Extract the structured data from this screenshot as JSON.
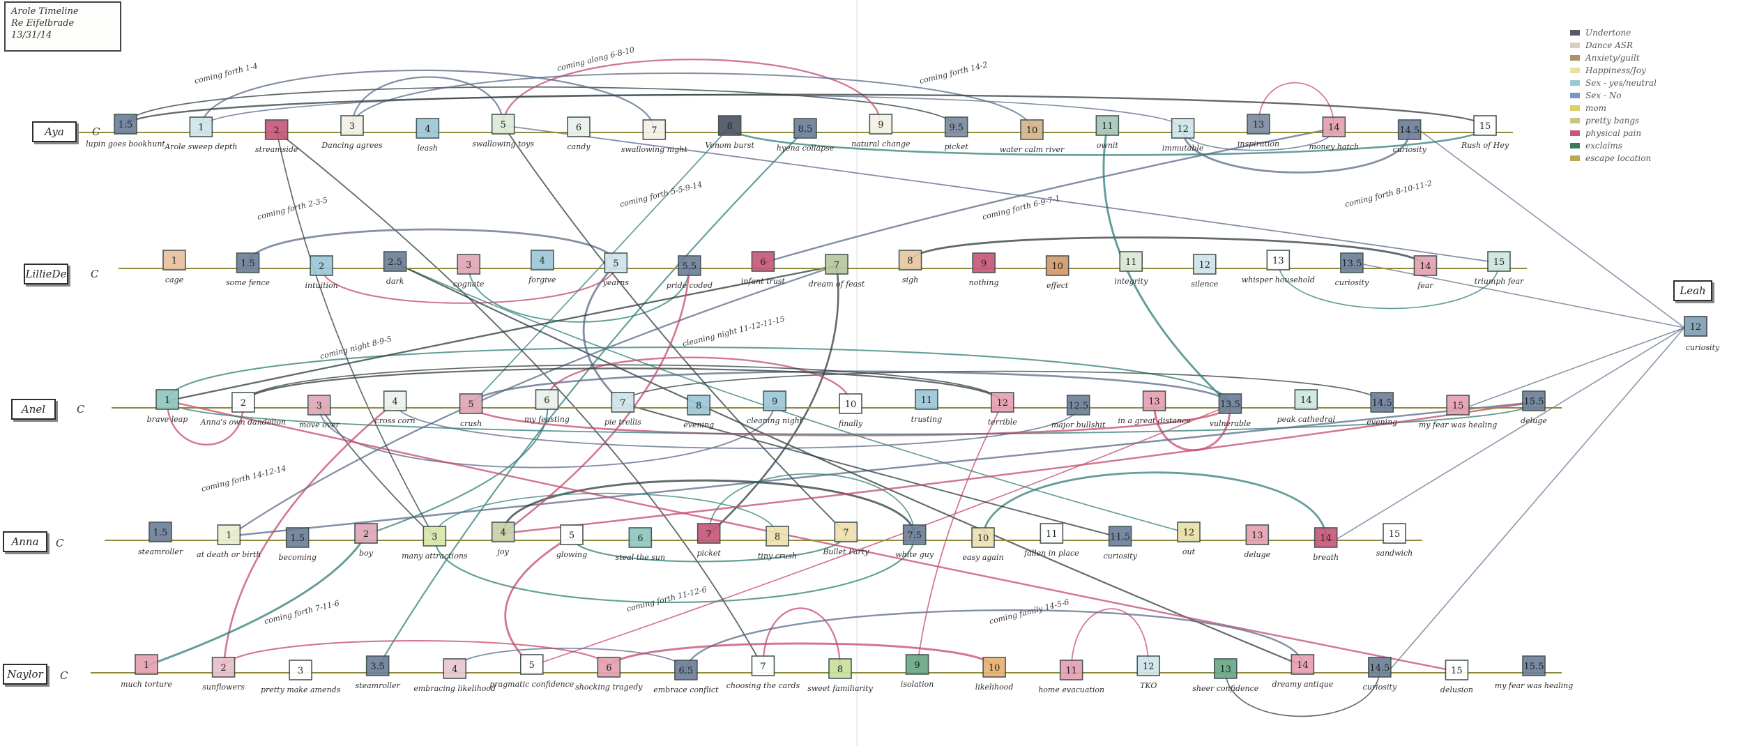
{
  "title": {
    "lines": [
      "Arole Timeline",
      "Re Eifelbrade",
      "13/31/14"
    ]
  },
  "legend": [
    {
      "label": "Undertone",
      "color": "#5a5a66"
    },
    {
      "label": "Dance ASR",
      "color": "#d8cfc2"
    },
    {
      "label": "Anxiety/guilt",
      "color": "#a8936a"
    },
    {
      "label": "Happiness/Joy",
      "color": "#e8e0a8"
    },
    {
      "label": "Sex - yes/neutral",
      "color": "#9cc7d6"
    },
    {
      "label": "Sex - No",
      "color": "#7896c8"
    },
    {
      "label": "mom",
      "color": "#d9d06a"
    },
    {
      "label": "pretty bangs",
      "color": "#c7c48a"
    },
    {
      "label": "physical pain",
      "color": "#c8587a"
    },
    {
      "label": "exclaims",
      "color": "#3e7a5a"
    },
    {
      "label": "escape location",
      "color": "#b8a858"
    }
  ],
  "rows": [
    {
      "label": "Aya",
      "start": "C",
      "nodes": [
        {
          "num": "1.5",
          "caption": "lupin goes bookhunt",
          "color": "#6e7f9a"
        },
        {
          "num": "1",
          "caption": "Arole sweep depth",
          "color": "#cfe4ea"
        },
        {
          "num": "2",
          "caption": "streamside",
          "color": "#c8587a"
        },
        {
          "num": "3",
          "caption": "Dancing agrees",
          "color": "#f5f0e6"
        },
        {
          "num": "4",
          "caption": "leash",
          "color": "#9cc7d6"
        },
        {
          "num": "5",
          "caption": "swallowing toys",
          "color": "#dde9d6"
        },
        {
          "num": "6",
          "caption": "candy",
          "color": "#e9f1ea"
        },
        {
          "num": "7",
          "caption": "swallowing night",
          "color": "#f5f0e6"
        },
        {
          "num": "8",
          "caption": "Venom burst",
          "color": "#4f5566"
        },
        {
          "num": "8.5",
          "caption": "hyena collapse",
          "color": "#6e7f9a"
        },
        {
          "num": "9",
          "caption": "natural change",
          "color": "#f5f0e6"
        },
        {
          "num": "9.5",
          "caption": "picket",
          "color": "#7d8aa0"
        },
        {
          "num": "10",
          "caption": "water calm river",
          "color": "#d4b48a"
        },
        {
          "num": "11",
          "caption": "ownit",
          "color": "#a8c8b8"
        },
        {
          "num": "12",
          "caption": "immutable",
          "color": "#cfe4ea"
        },
        {
          "num": "13",
          "caption": "inspiration",
          "color": "#7d8aa0"
        },
        {
          "num": "14",
          "caption": "money hatch",
          "color": "#e6a0b0"
        },
        {
          "num": "14.5",
          "caption": "curiosity",
          "color": "#6e7f9a"
        },
        {
          "num": "15",
          "caption": "Rush of Hey",
          "color": "#ffffff"
        }
      ]
    },
    {
      "label": "LillieDe",
      "start": "C",
      "nodes": [
        {
          "num": "1",
          "caption": "cage",
          "color": "#e8c0a0"
        },
        {
          "num": "1.5",
          "caption": "some fence",
          "color": "#6e7f9a"
        },
        {
          "num": "2",
          "caption": "intuition",
          "color": "#9cc7d6"
        },
        {
          "num": "2.5",
          "caption": "dark",
          "color": "#6e7f9a"
        },
        {
          "num": "3",
          "caption": "cognate",
          "color": "#e0a8b8"
        },
        {
          "num": "4",
          "caption": "forgive",
          "color": "#9cc7d6"
        },
        {
          "num": "5",
          "caption": "yearns",
          "color": "#cfe4ea"
        },
        {
          "num": "5.5",
          "caption": "pride coded",
          "color": "#6e7f9a"
        },
        {
          "num": "6",
          "caption": "infant trust",
          "color": "#c8587a"
        },
        {
          "num": "7",
          "caption": "dream of feast",
          "color": "#b8c8a0"
        },
        {
          "num": "8",
          "caption": "sigh",
          "color": "#e6c8a0"
        },
        {
          "num": "9",
          "caption": "nothing",
          "color": "#c8587a"
        },
        {
          "num": "10",
          "caption": "effect",
          "color": "#d49a6a"
        },
        {
          "num": "11",
          "caption": "integrity",
          "color": "#dde9d6"
        },
        {
          "num": "12",
          "caption": "silence",
          "color": "#cfe4ea"
        },
        {
          "num": "13",
          "caption": "whisper household",
          "color": "#ffffff"
        },
        {
          "num": "13.5",
          "caption": "curiosity",
          "color": "#6e7f9a"
        },
        {
          "num": "14",
          "caption": "fear",
          "color": "#e6a0b0"
        },
        {
          "num": "15",
          "caption": "triumph fear",
          "color": "#cfe8e0"
        }
      ]
    },
    {
      "label": "Anel",
      "start": "C",
      "nodes": [
        {
          "num": "1",
          "caption": "brave leap",
          "color": "#8fc8c0"
        },
        {
          "num": "2",
          "caption": "Anna's own dandelion",
          "color": "#ffffff"
        },
        {
          "num": "3",
          "caption": "move over",
          "color": "#e0a8b8"
        },
        {
          "num": "4",
          "caption": "cross corn",
          "color": "#eef2ec"
        },
        {
          "num": "5",
          "caption": "crush",
          "color": "#e0a8b8"
        },
        {
          "num": "6",
          "caption": "my feasting",
          "color": "#e9f1ea"
        },
        {
          "num": "7",
          "caption": "pie trellis",
          "color": "#cfe4ea"
        },
        {
          "num": "8",
          "caption": "evening",
          "color": "#9cc7d6"
        },
        {
          "num": "9",
          "caption": "cleaning night",
          "color": "#9cc7d6"
        },
        {
          "num": "10",
          "caption": "finally",
          "color": "#ffffff"
        },
        {
          "num": "11",
          "caption": "trusting",
          "color": "#9cc7d6"
        },
        {
          "num": "12",
          "caption": "terrible",
          "color": "#e6a0b0"
        },
        {
          "num": "12.5",
          "caption": "major bullshit",
          "color": "#6e7f9a"
        },
        {
          "num": "13",
          "caption": "in a great distance",
          "color": "#e6a0b0"
        },
        {
          "num": "13.5",
          "caption": "vulnerable",
          "color": "#6e7f9a"
        },
        {
          "num": "14",
          "caption": "peak cathedral",
          "color": "#cfe8e0"
        },
        {
          "num": "14.5",
          "caption": "evening",
          "color": "#6e7f9a"
        },
        {
          "num": "15",
          "caption": "my fear was healing",
          "color": "#e6a0b0"
        },
        {
          "num": "15.5",
          "caption": "deluge",
          "color": "#6e7f9a"
        }
      ]
    },
    {
      "label": "Anna",
      "start": "C",
      "nodes": [
        {
          "num": "1.5",
          "caption": "steamroller",
          "color": "#6e7f9a"
        },
        {
          "num": "1",
          "caption": "at death or birth",
          "color": "#e8efd0"
        },
        {
          "num": "1.5",
          "caption": "becoming",
          "color": "#6e7f9a"
        },
        {
          "num": "2",
          "caption": "boy",
          "color": "#e0a8b8"
        },
        {
          "num": "3",
          "caption": "many attractions",
          "color": "#d8e8a8"
        },
        {
          "num": "4",
          "caption": "joy",
          "color": "#c8d0a8"
        },
        {
          "num": "5",
          "caption": "glowing",
          "color": "#ffffff"
        },
        {
          "num": "6",
          "caption": "steal the sun",
          "color": "#8fc8c0"
        },
        {
          "num": "7",
          "caption": "picket",
          "color": "#c8587a"
        },
        {
          "num": "8",
          "caption": "tiny crush",
          "color": "#eee0b0"
        },
        {
          "num": "7",
          "caption": "Bullet Party",
          "color": "#eee0b0"
        },
        {
          "num": "7.5",
          "caption": "white guy",
          "color": "#6e7f9a"
        },
        {
          "num": "10",
          "caption": "easy again",
          "color": "#eee0b0"
        },
        {
          "num": "11",
          "caption": "fallen in place",
          "color": "#ffffff"
        },
        {
          "num": "11.5",
          "caption": "curiosity",
          "color": "#6e7f9a"
        },
        {
          "num": "12",
          "caption": "out",
          "color": "#e8e0a8"
        },
        {
          "num": "13",
          "caption": "deluge",
          "color": "#e6a0b0"
        },
        {
          "num": "14",
          "caption": "breath",
          "color": "#c8587a"
        },
        {
          "num": "15",
          "caption": "sandwich",
          "color": "#ffffff"
        }
      ]
    },
    {
      "label": "Naylor",
      "start": "C",
      "nodes": [
        {
          "num": "1",
          "caption": "much torture",
          "color": "#e6a0b0"
        },
        {
          "num": "2",
          "caption": "sunflowers",
          "color": "#e8c0c8"
        },
        {
          "num": "3",
          "caption": "pretty make amends",
          "color": "#ffffff"
        },
        {
          "num": "3.5",
          "caption": "steamroller",
          "color": "#6e7f9a"
        },
        {
          "num": "4",
          "caption": "embracing likelihood",
          "color": "#e8c8d0"
        },
        {
          "num": "5",
          "caption": "pragmatic confidence",
          "color": "#ffffff"
        },
        {
          "num": "6",
          "caption": "shocking tragedy",
          "color": "#e6a0b0"
        },
        {
          "num": "6.5",
          "caption": "embrace conflict",
          "color": "#6e7f9a"
        },
        {
          "num": "7",
          "caption": "choosing the cards",
          "color": "#ffffff"
        },
        {
          "num": "8",
          "caption": "sweet familiarity",
          "color": "#c8e0a0"
        },
        {
          "num": "9",
          "caption": "isolation",
          "color": "#6aa888"
        },
        {
          "num": "10",
          "caption": "likelihood",
          "color": "#e8b070"
        },
        {
          "num": "11",
          "caption": "home evacuation",
          "color": "#e6a0b0"
        },
        {
          "num": "12",
          "caption": "TKO",
          "color": "#cfe4ea"
        },
        {
          "num": "13",
          "caption": "sheer confidence",
          "color": "#6aa888"
        },
        {
          "num": "14",
          "caption": "dreamy antique",
          "color": "#e6a0b0"
        },
        {
          "num": "14.5",
          "caption": "curiosity",
          "color": "#6e7f9a"
        },
        {
          "num": "15",
          "caption": "delusion",
          "color": "#ffffff"
        },
        {
          "num": "15.5",
          "caption": "my fear was healing",
          "color": "#6e7f9a"
        }
      ]
    }
  ],
  "end_node": {
    "label": "Leah",
    "num": "12",
    "caption": "curiosity",
    "color": "#8aa6b8"
  },
  "arc_annotations": [
    {
      "text": "coming forth 1-4",
      "row": 0
    },
    {
      "text": "coming along 6-8-10",
      "row": 0
    },
    {
      "text": "coming forth 14-2",
      "row": 0
    },
    {
      "text": "coming forth 2-3-5",
      "row": 1
    },
    {
      "text": "coming forth 5-5-9-14",
      "row": 1
    },
    {
      "text": "coming forth 6-9-7-1",
      "row": 1
    },
    {
      "text": "coming forth 8-10-11-2",
      "row": 1
    },
    {
      "text": "coming night 8-9-5",
      "row": 2
    },
    {
      "text": "cleaning night 11-12-11-15",
      "row": 2
    },
    {
      "text": "coming forth 14-12-14",
      "row": 3
    },
    {
      "text": "coming forth 7-11-6",
      "row": 4
    },
    {
      "text": "coming forth 11-12-6",
      "row": 4
    },
    {
      "text": "coming family 14-5-6",
      "row": 4
    }
  ],
  "colors": {
    "arc_teal": "#2f7d78",
    "arc_pink": "#c4486e",
    "arc_slate": "#5a6a88",
    "arc_dark": "#2e3a3a",
    "timeline_olive": "#8f8a3a"
  }
}
